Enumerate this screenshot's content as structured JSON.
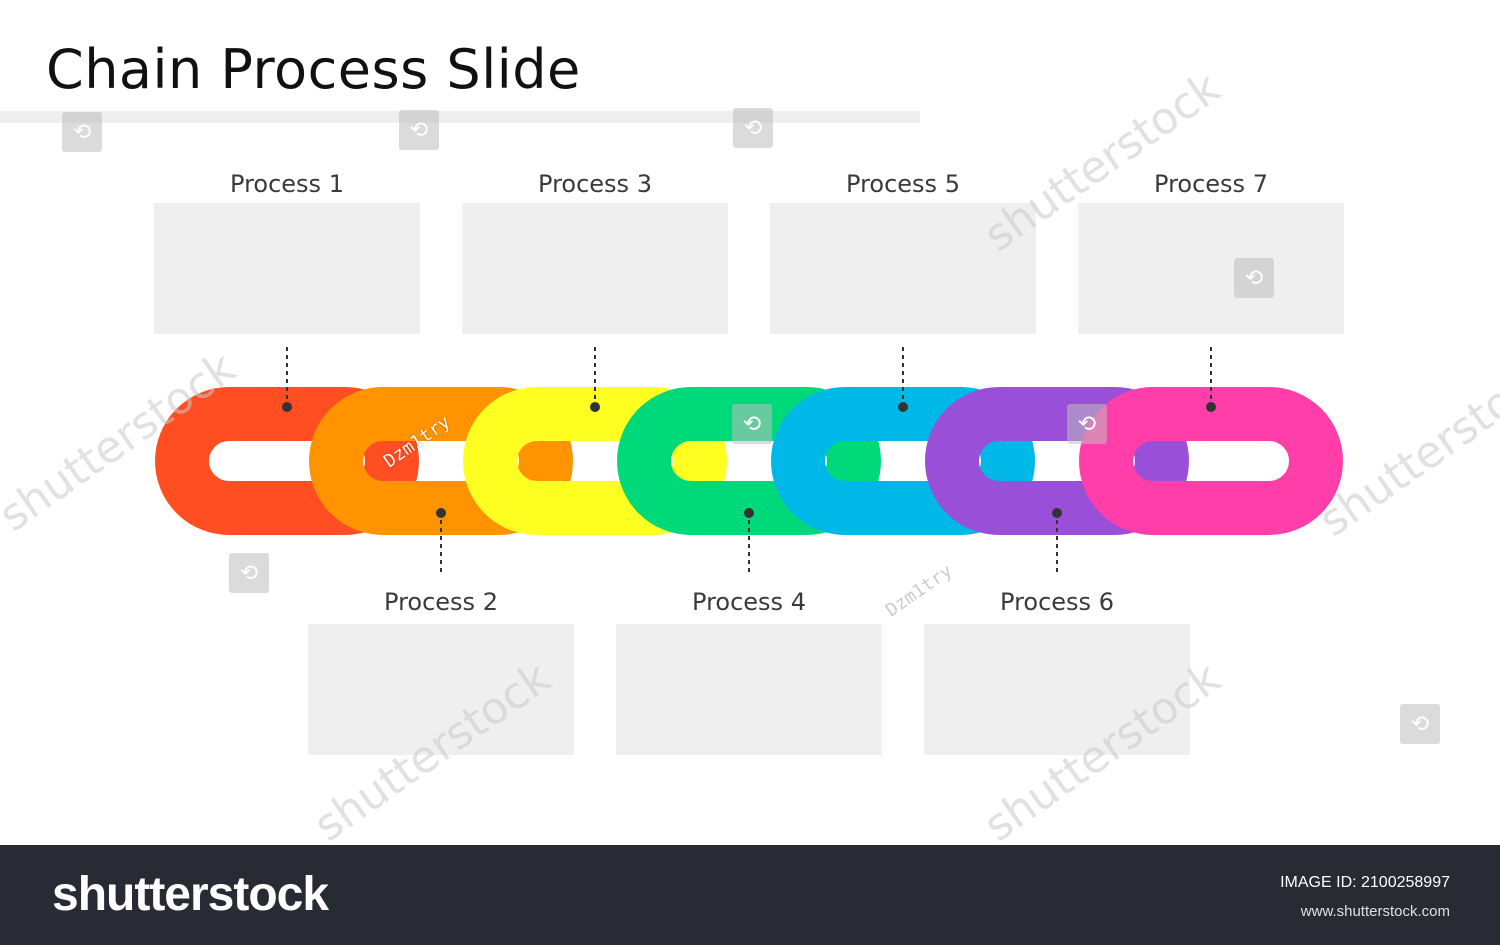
{
  "slide": {
    "title": "Chain Process Slide",
    "processes": [
      {
        "label": "Process 1",
        "color": "#ff4e22",
        "row": "top"
      },
      {
        "label": "Process 2",
        "color": "#ff9300",
        "row": "bottom"
      },
      {
        "label": "Process 3",
        "color": "#ffff22",
        "row": "top"
      },
      {
        "label": "Process 4",
        "color": "#00d97a",
        "row": "bottom"
      },
      {
        "label": "Process 5",
        "color": "#00b8e8",
        "row": "top"
      },
      {
        "label": "Process 6",
        "color": "#9a4fd9",
        "row": "bottom"
      },
      {
        "label": "Process 7",
        "color": "#ff3eaa",
        "row": "top"
      }
    ]
  },
  "watermarks": {
    "brand": "shutterstock",
    "credit": "Dzm1try"
  },
  "footer": {
    "logo": "shutterstock",
    "image_id": "IMAGE ID: 2100258997",
    "site": "www.shutterstock.com"
  }
}
